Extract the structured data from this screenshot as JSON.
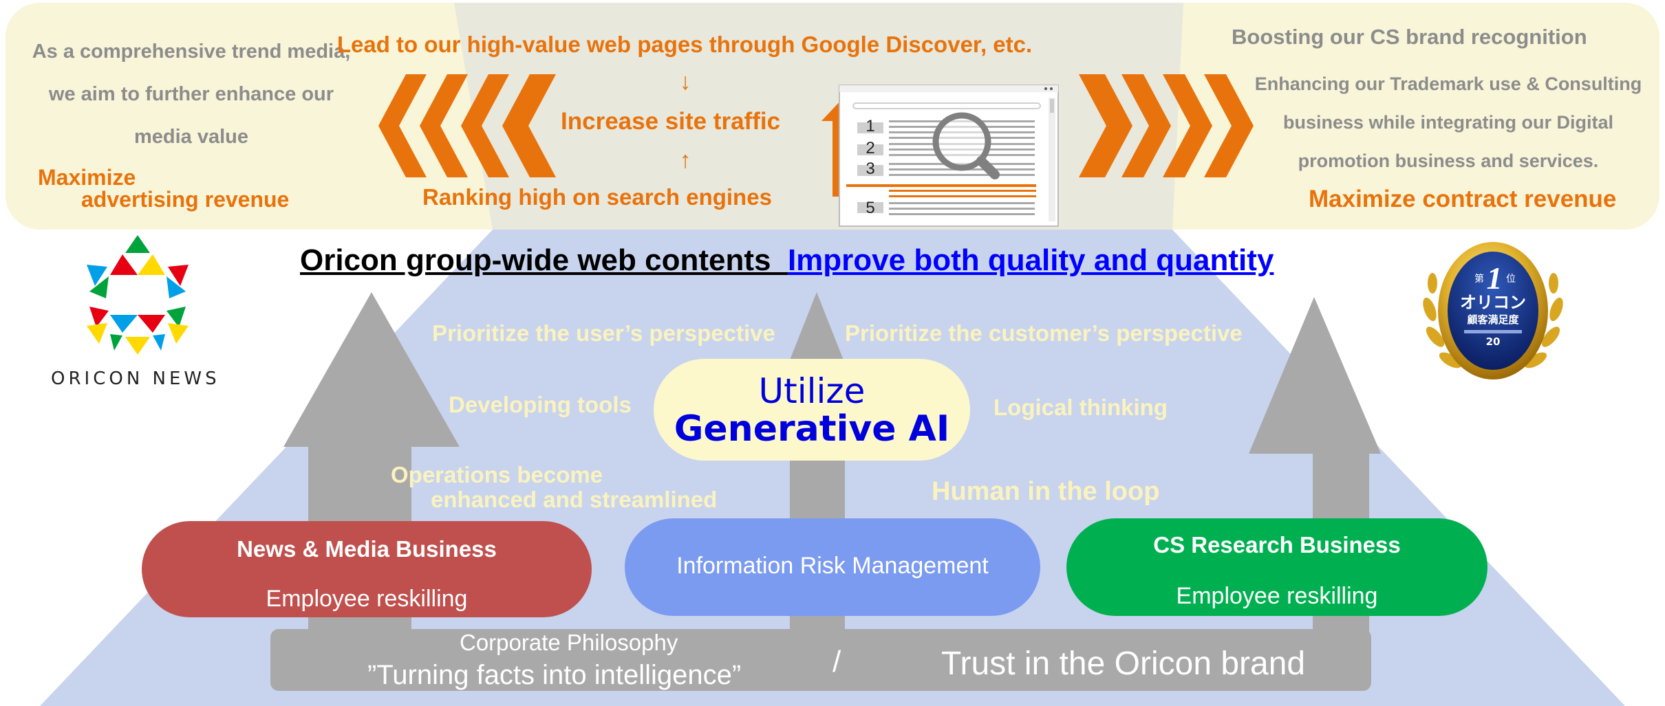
{
  "colors": {
    "top_band": "#f8f5d8",
    "top_trapezoid": "#e8e8dc",
    "pyramid_blue": "#c8d4ee",
    "orange": "#e8730c",
    "gray_text": "#8c8c8c",
    "cream_text": "#fbf3be",
    "blue_link": "#0000ff",
    "news_pill": "#c0504d",
    "risk_pill": "#7b9bf0",
    "cs_pill": "#00b050",
    "arrow_gray": "#a9a9a9"
  },
  "top_left": {
    "line1": "As a comprehensive trend media,",
    "line2": "we aim to further enhance our",
    "line3": "media value",
    "maximize_1": "Maximize",
    "maximize_2": "advertising revenue"
  },
  "top_center": {
    "lead": "Lead to our high-value web pages through Google Discover, etc.",
    "down_arrow": "↓",
    "traffic": "Increase site traffic",
    "up_arrow": "↑",
    "ranking": "Ranking high on search engines",
    "search_ranks": [
      "1",
      "2",
      "3",
      "5"
    ]
  },
  "top_right": {
    "title": "Boosting our CS brand recognition",
    "line1": "Enhancing our Trademark use & Consulting",
    "line2": "business while integrating our Digital",
    "line3": "promotion business and services.",
    "maximize": "Maximize contract revenue"
  },
  "headline": {
    "part1": "Oricon group-wide web contents",
    "part2": "Improve both quality and quantity"
  },
  "logo_left": {
    "text": "ORICON NEWS"
  },
  "badge_right": {
    "rank_prefix": "第",
    "rank": "1",
    "rank_suffix": "位",
    "brand": "オリコン",
    "subtitle": "顧客満足度",
    "year": "20"
  },
  "center": {
    "user_perspective": "Prioritize the user’s perspective",
    "customer_perspective": "Prioritize the customer’s perspective",
    "developing_tools": "Developing tools",
    "logical_thinking": "Logical thinking",
    "utilize": "Utilize",
    "generative_ai": "Generative AI",
    "operations_1": "Operations become",
    "operations_2": "enhanced and streamlined",
    "human_loop": "Human in the loop"
  },
  "businesses": {
    "news_title": "News & Media Business",
    "news_sub": "Employee reskilling",
    "risk": "Information Risk Management",
    "cs_title": "CS Research Business",
    "cs_sub": "Employee reskilling"
  },
  "foundation": {
    "philosophy_label": "Corporate Philosophy",
    "philosophy_quote": "”Turning facts into intelligence”",
    "slash": "/",
    "trust": "Trust in the Oricon brand"
  }
}
